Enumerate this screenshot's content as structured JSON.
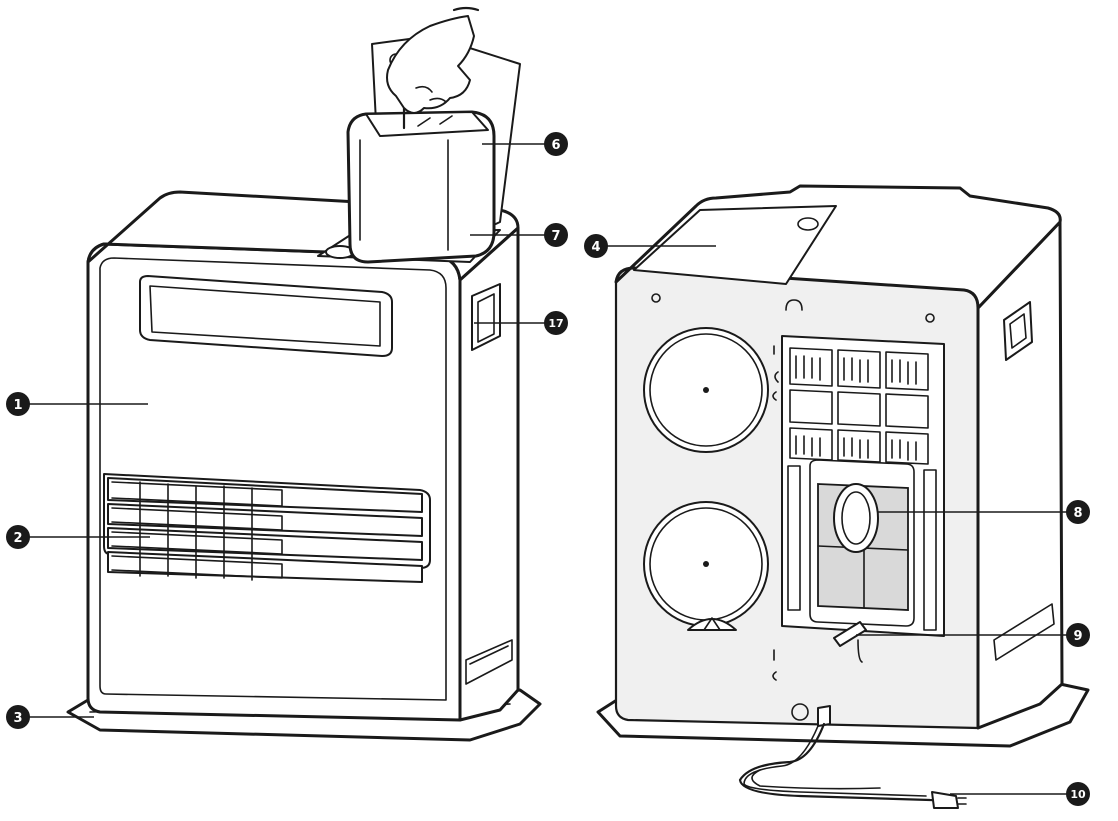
{
  "callouts": {
    "c1": "1",
    "c2": "2",
    "c3": "3",
    "c4": "4",
    "c6": "6",
    "c7": "7",
    "c8": "8",
    "c9": "9",
    "c10": "10",
    "c17": "17"
  },
  "colors": {
    "ink": "#1a1a1a",
    "panel": "#f0f0f0",
    "filter": "#d9d9d9",
    "background": "#ffffff"
  }
}
